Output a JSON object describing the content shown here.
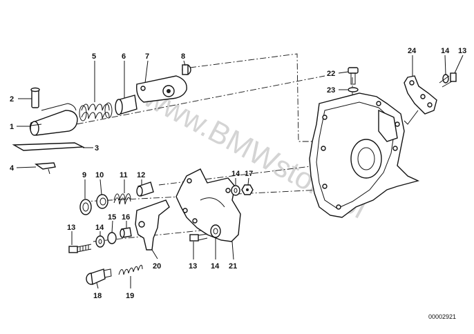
{
  "diagram": {
    "watermark": "www.BMWstore.pl",
    "reference_code": "00002921",
    "labels": {
      "p1": "1",
      "p2": "2",
      "p3": "3",
      "p4": "4",
      "p5": "5",
      "p6": "6",
      "p7": "7",
      "p8": "8",
      "p9": "9",
      "p10": "10",
      "p11": "11",
      "p12": "12",
      "p13a": "13",
      "p14a": "14",
      "p15": "15",
      "p16": "16",
      "p17": "17",
      "p14b": "14",
      "p18": "18",
      "p19": "19",
      "p20": "20",
      "p13b": "13",
      "p14c": "14",
      "p21": "21",
      "p22": "22",
      "p23": "23",
      "p24": "24",
      "p14d": "14",
      "p13c": "13"
    }
  }
}
